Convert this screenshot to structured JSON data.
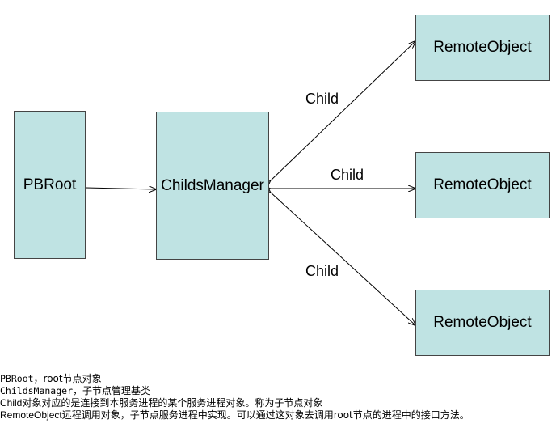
{
  "nodes": {
    "pbroot": "PBRoot",
    "childs_manager": "ChildsManager",
    "remote_top": "RemoteObject",
    "remote_middle": "RemoteObject",
    "remote_bottom": "RemoteObject"
  },
  "edges": {
    "child_top": "Child",
    "child_middle": "Child",
    "child_bottom": "Child"
  },
  "notes": [
    {
      "term": "PBRoot",
      "text": "，root节点对象"
    },
    {
      "term": "ChildsManager",
      "text": "，子节点管理基类"
    },
    {
      "term": "Child",
      "text": "对象对应的是连接到本服务进程的某个服务进程对象。称为子节点对象"
    },
    {
      "term": "RemoteObject",
      "text": "远程调用对象，子节点服务进程中实现。可以通过这对象去调用root节点的进程中的接口方法。"
    }
  ]
}
